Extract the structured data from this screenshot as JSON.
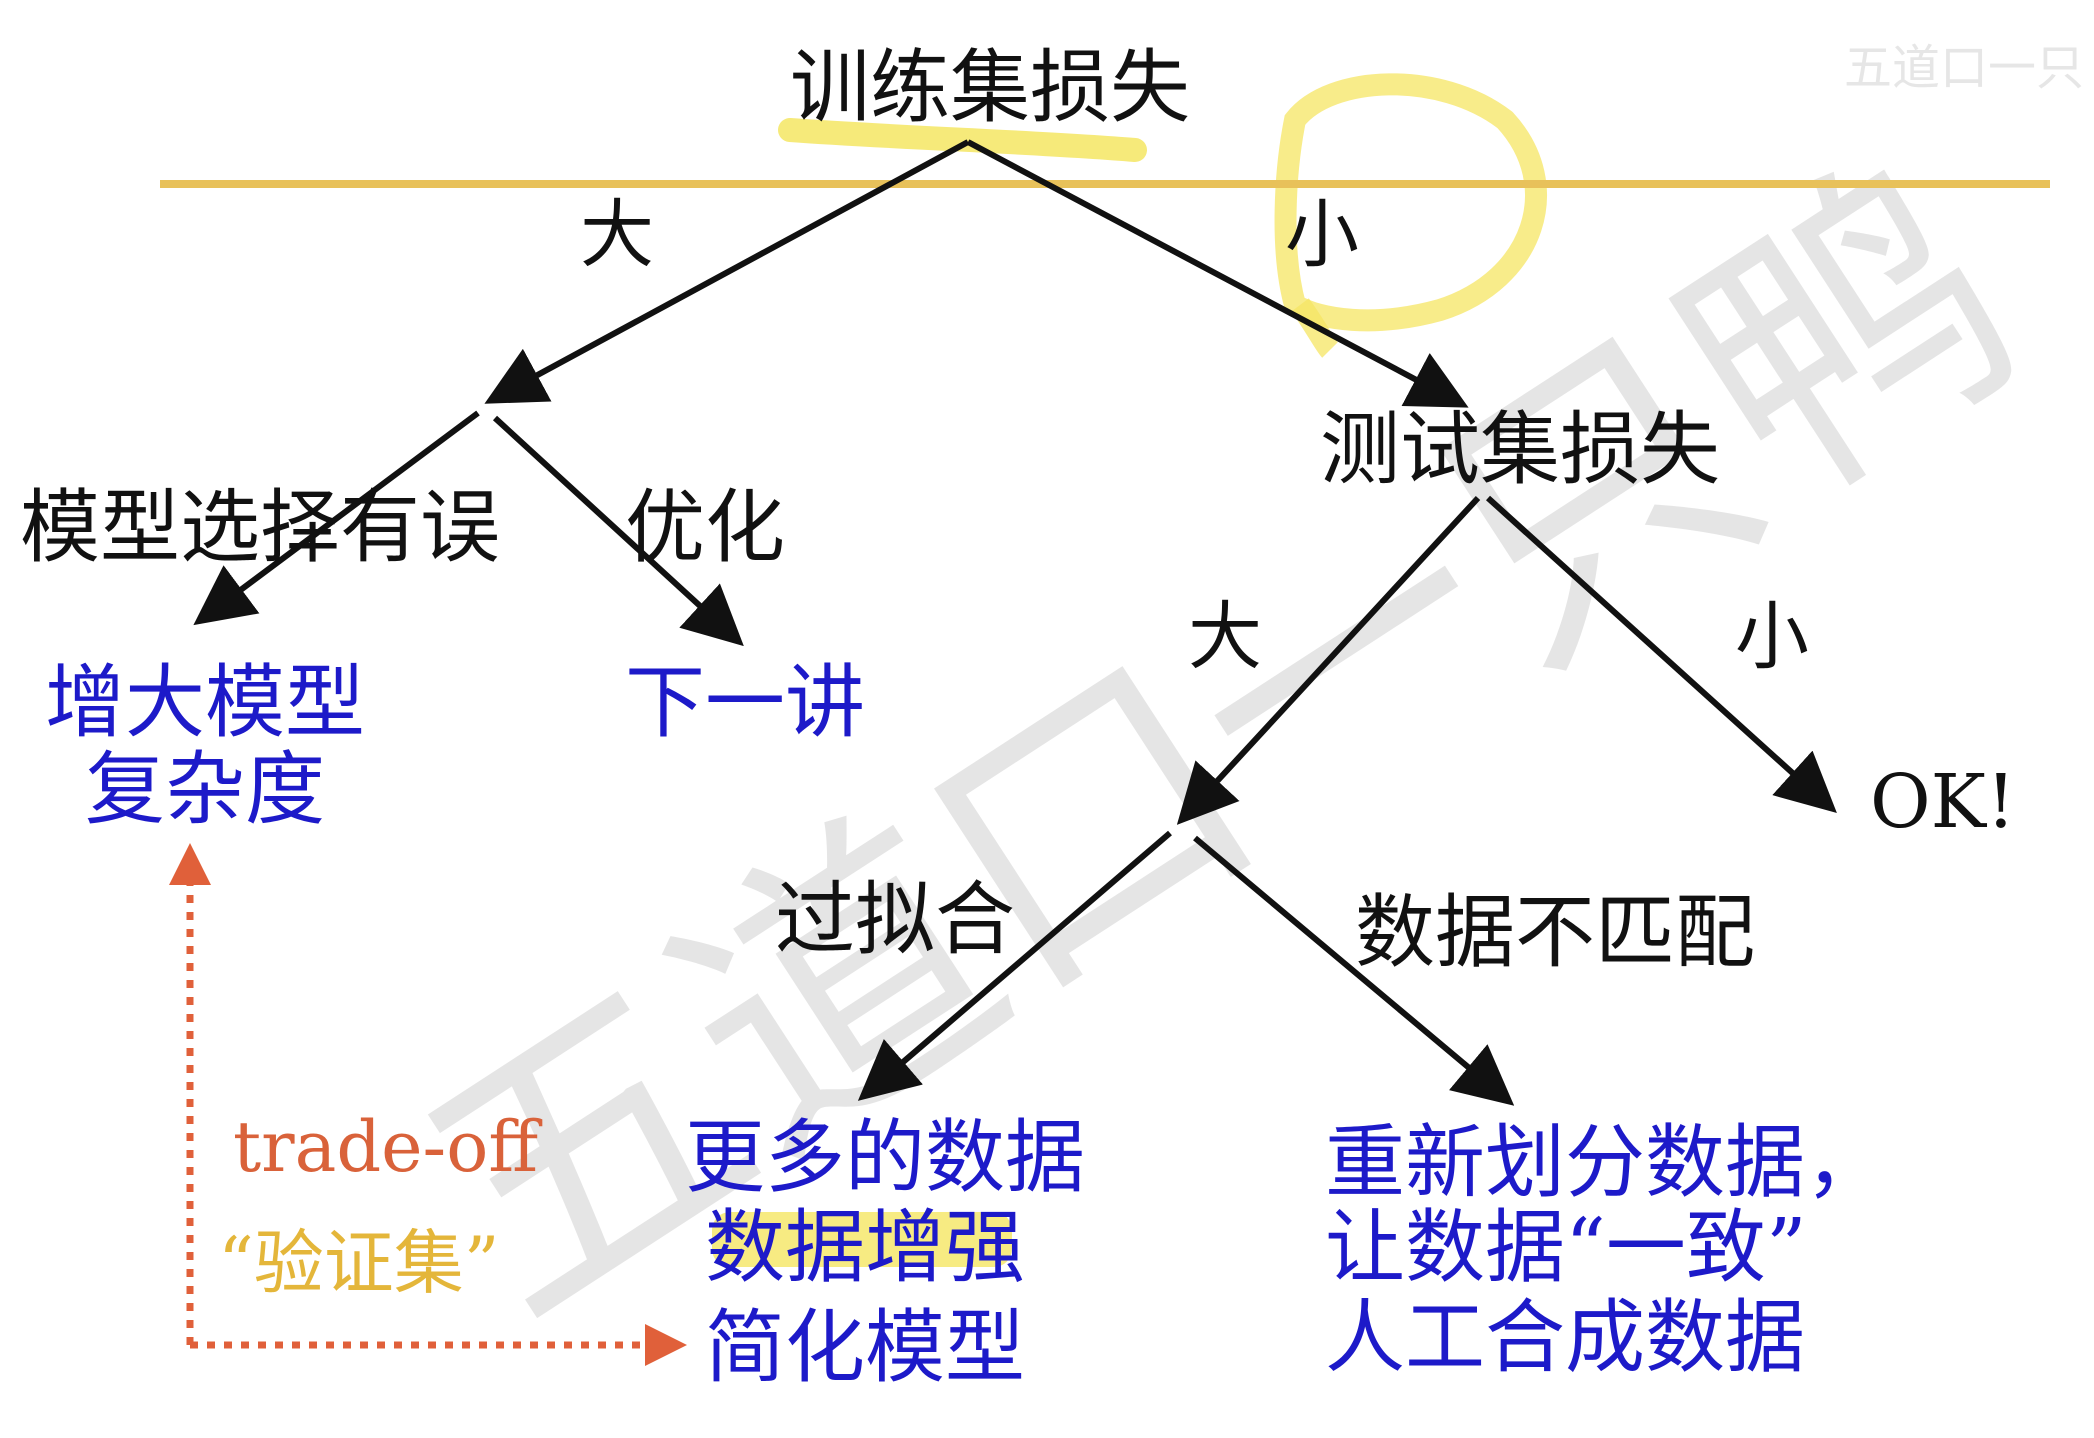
{
  "root": {
    "label": "训练集损失"
  },
  "branches": {
    "train_big": "大",
    "train_small": "小",
    "test_big": "大",
    "test_small": "小"
  },
  "left_subtree": {
    "model_error": "模型选择有误",
    "optimize": "优化",
    "enlarge_line1": "增大模型",
    "enlarge_line2": "复杂度",
    "next_lecture": "下一讲"
  },
  "right_subtree": {
    "test_loss": "测试集损失",
    "ok": "OK!",
    "overfit": "过拟合",
    "data_mismatch": "数据不匹配",
    "more_data": "更多的数据",
    "augment": "数据增强",
    "simplify": "简化模型",
    "resplit": "重新划分数据，",
    "consistent": "让数据“一致”",
    "synthetic": "人工合成数据"
  },
  "tradeoff": {
    "label": "trade-off",
    "validation": "“验证集”"
  },
  "watermark": "五道口一只鸭",
  "corner_mark": "五道口一只",
  "colors": {
    "node_text": "#111111",
    "solution_text": "#1d1ac9",
    "tradeoff_text": "#d9623a",
    "highlight": "#f5e663",
    "divider": "#e8c15a",
    "arrow": "#111111",
    "dotted_arrow": "#e0603a"
  }
}
